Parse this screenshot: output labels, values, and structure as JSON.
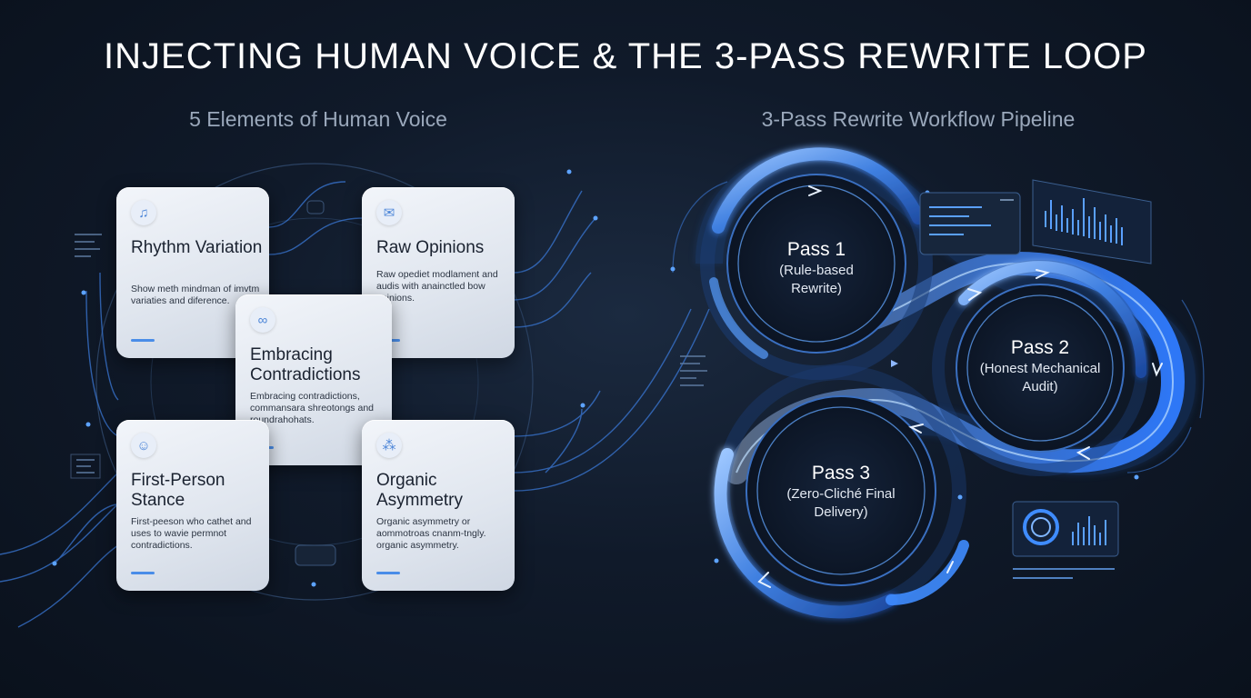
{
  "title": "INJECTING HUMAN VOICE & THE 3-PASS REWRITE LOOP",
  "left_panel": {
    "subtitle": "5 Elements of Human Voice",
    "cards": [
      {
        "title": "Rhythm Variation",
        "desc": "Show meth mindman of imvtm variaties and diference.",
        "icon": "music-note-icon"
      },
      {
        "title": "Raw Opinions",
        "desc": "Raw opediet modlament and audis with anainctled bow opinions.",
        "icon": "chat-bubble-icon"
      },
      {
        "title": "Embracing Contradictions",
        "desc": "Embracing contradictions, commansara shreotongs and roundrahohats.",
        "icon": "link-icon"
      },
      {
        "title": "First-Person Stance",
        "desc": "First-peeson who cathet and uses to wavie permnot contradictions.",
        "icon": "person-icon"
      },
      {
        "title": "Organic Asymmetry",
        "desc": "Organic asymmetry or aommotroas cnanm-tngly. organic asymmetry.",
        "icon": "molecule-icon"
      }
    ]
  },
  "right_panel": {
    "subtitle": "3-Pass Rewrite Workflow Pipeline",
    "passes": [
      {
        "name": "Pass 1",
        "desc": "(Rule-based Rewrite)"
      },
      {
        "name": "Pass 2",
        "desc": "(Honest Mechanical Audit)"
      },
      {
        "name": "Pass 3",
        "desc": "(Zero-Cliché Final Delivery)"
      }
    ]
  },
  "colors": {
    "accent": "#3f8cff",
    "accent_light": "#7fb6ff",
    "background": "#0f1827",
    "card": "#e4e9f1"
  }
}
